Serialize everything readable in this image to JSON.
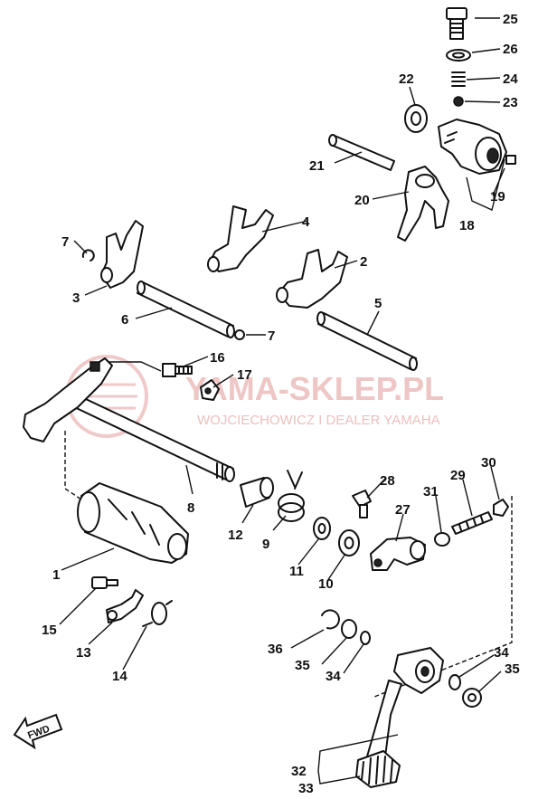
{
  "watermark": {
    "title": "YAMA-SKLEP.PL",
    "subtitle": "WOJCIECHOWICZ I DEALER YAMAHA",
    "color": "#e9b4b4"
  },
  "direction_label": "FWD",
  "callouts": {
    "c25": "25",
    "c26": "26",
    "c24": "24",
    "c22": "22",
    "c23": "23",
    "c21": "21",
    "c19": "19",
    "c20": "20",
    "c18": "18",
    "c4": "4",
    "c7a": "7",
    "c2": "2",
    "c3": "3",
    "c5": "5",
    "c6": "6",
    "c7b": "7",
    "c16": "16",
    "c17": "17",
    "c28": "28",
    "c31": "31",
    "c29": "29",
    "c30": "30",
    "c8": "8",
    "c27": "27",
    "c12": "12",
    "c9": "9",
    "c11": "11",
    "c10": "10",
    "c1": "1",
    "c15": "15",
    "c13": "13",
    "c14": "14",
    "c36": "36",
    "c35a": "35",
    "c34a": "34",
    "c34b": "34",
    "c35b": "35",
    "c32": "32",
    "c33": "33"
  }
}
